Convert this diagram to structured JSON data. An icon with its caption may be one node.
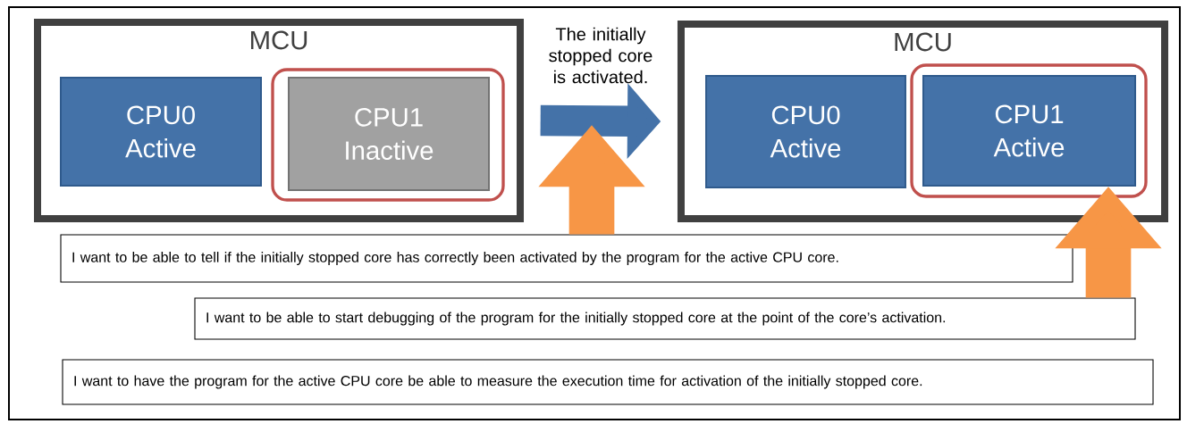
{
  "diagram": {
    "nodes": [
      {
        "text": [
          "MCU"
        ]
      },
      {
        "text": [
          "CPU0 Active"
        ],
        "in": 0
      },
      {
        "text": [],
        "shape": "box",
        "in": 0
      },
      {
        "text": [
          "CPU1 Inactive"
        ],
        "in": 2
      },
      {
        "text": [
          "MCU"
        ]
      },
      {
        "text": [
          "CPU0 Active"
        ],
        "in": 4
      },
      {
        "text": [],
        "shape": "box",
        "in": 4
      },
      {
        "text": [
          "CPU1 Active"
        ],
        "in": 6
      },
      {
        "text": [
          "I want to be able to tell if the initially stopped core has correctly been activated by the program for the active CPU core."
        ]
      },
      {
        "text": [
          "I want to be able to start debugging of the program for the initially stopped core at the point of the core’s activation."
        ]
      },
      {
        "text": [
          "I want to have the program for the active CPU core be able to measure the execution time for activation of the initially stopped core."
        ]
      }
    ],
    "edges": [
      {
        "from": 0,
        "to": 4,
        "arrow": "to",
        "label": "The initially stopped core is activated.",
        "color": "#4472a8"
      },
      {
        "from": 8,
        "to": null,
        "arrow": "to"
      },
      {
        "from": 9,
        "to": 7,
        "arrow": "to"
      }
    ]
  }
}
